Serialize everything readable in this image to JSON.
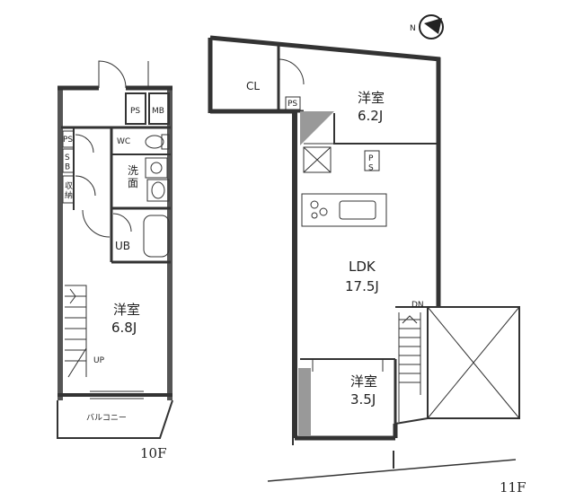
{
  "compass": {
    "label": "N"
  },
  "floor_10": {
    "label": "10F",
    "rooms": {
      "ps": "PS",
      "mb": "MB",
      "ps_sb": "PS",
      "sb": "S\nB",
      "storage": "収\n納",
      "wc": "WC",
      "washroom": "洗\n面",
      "ub": "UB",
      "western_name": "洋室",
      "western_size": "6.8J",
      "stairs_up": "UP",
      "balcony": "バルコニー"
    }
  },
  "floor_11": {
    "label": "11F",
    "rooms": {
      "cl": "CL",
      "ps_a": "PS",
      "ps_b": "P\nS",
      "western_a_name": "洋室",
      "western_a_size": "6.2J",
      "ldk_name": "LDK",
      "ldk_size": "17.5J",
      "stairs_dn": "DN",
      "western_b_name": "洋室",
      "western_b_size": "3.5J"
    }
  }
}
